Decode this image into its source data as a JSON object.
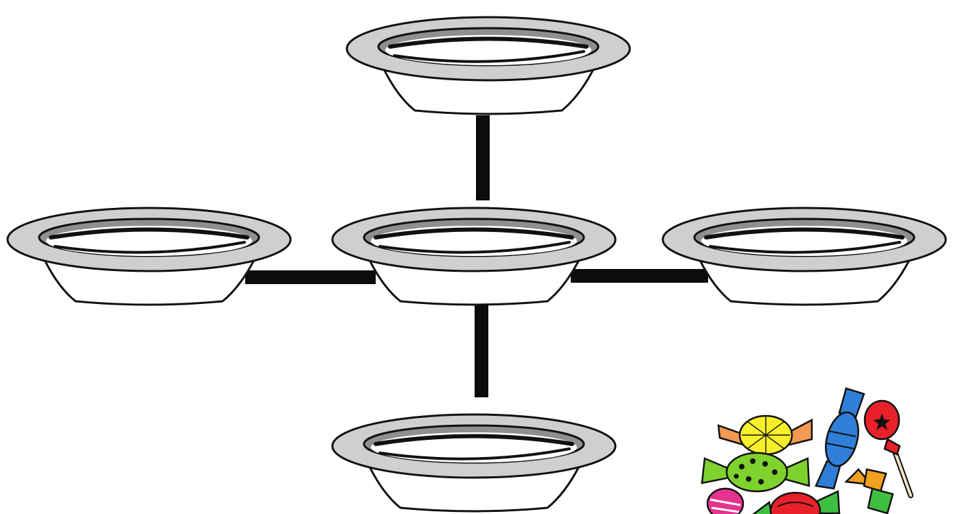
{
  "diagram": {
    "bowls": [
      {
        "id": "bowl-top",
        "role": "outer"
      },
      {
        "id": "bowl-left",
        "role": "outer"
      },
      {
        "id": "bowl-center",
        "role": "center"
      },
      {
        "id": "bowl-right",
        "role": "outer"
      },
      {
        "id": "bowl-bottom",
        "role": "outer"
      }
    ],
    "connections": [
      {
        "from": "bowl-center",
        "to": "bowl-top"
      },
      {
        "from": "bowl-center",
        "to": "bowl-left"
      },
      {
        "from": "bowl-center",
        "to": "bowl-right"
      },
      {
        "from": "bowl-center",
        "to": "bowl-bottom"
      }
    ],
    "candy_pile": {
      "icon": "candy-pile-icon",
      "items": [
        "yellow-candy",
        "green-candy",
        "blue-candy",
        "red-lollipop",
        "orange-candy",
        "pink-candy",
        "red-candy"
      ]
    }
  },
  "colors": {
    "rim": "#cfcfcf",
    "inner": "#8f8f8f",
    "outline": "#111111",
    "connector": "#0c0c0c",
    "yellow_candy": "#f7ef2a",
    "yellow_wrapper": "#f29a52",
    "green_candy": "#7fd12e",
    "blue_candy": "#2f7ed8",
    "red_candy": "#e8202a",
    "orange_candy": "#f1a020",
    "pink_candy": "#e6338f",
    "green_wrapper": "#3fbf3f"
  }
}
